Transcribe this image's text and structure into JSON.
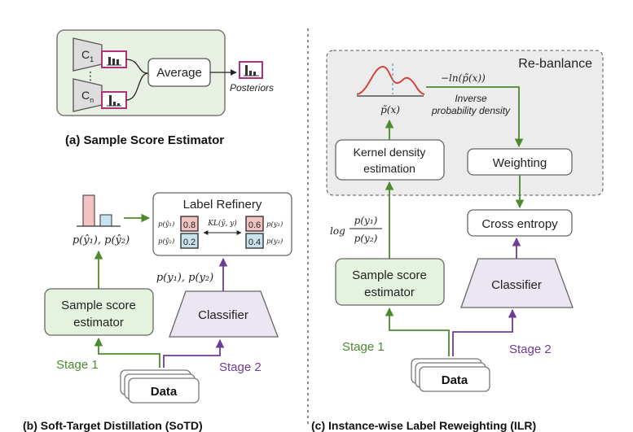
{
  "colors": {
    "green": "#4b8b2e",
    "purple": "#6e3c96",
    "green_fill": "#e4f2de",
    "purple_fill": "#ece6f3",
    "panel_fill": "#e8f0e3",
    "rebalance_fill": "#ececec",
    "red_bar": "#f3c2c2",
    "blue_bar": "#c8e3ee",
    "curve_red": "#d0443e",
    "magenta": "#b0307c"
  },
  "panel_a": {
    "c1": "C",
    "c1_sub": "1",
    "dots": "⋮",
    "cn": "C",
    "cn_sub": "n",
    "average": "Average",
    "posteriors": "Posteriors",
    "caption": "(a) Sample Score Estimator"
  },
  "panel_b": {
    "label_refinery": "Label Refinery",
    "p_hat_y1": "p(ŷ₁)",
    "p_hat_y2": "p(ŷ₂)",
    "val_08": "0.8",
    "val_02": "0.2",
    "kl": "KL(ŷ, y)",
    "val_06": "0.6",
    "val_04": "0.4",
    "p_y1": "p(y₁)",
    "p_y2": "p(y₂)",
    "phat_pair": "p(ŷ₁), p(ŷ₂)",
    "p_pair": "p(y₁), p(y₂)",
    "sample_score_l1": "Sample score",
    "sample_score_l2": "estimator",
    "classifier": "Classifier",
    "stage1": "Stage 1",
    "stage2": "Stage 2",
    "data": "Data",
    "caption": "(b) Soft-Target Distillation (SoTD)"
  },
  "panel_c": {
    "rebalance": "Re-banlance",
    "ln_label": "−ln(p̃(x))",
    "ptilde": "p̃(x)",
    "inverse_l1": "Inverse",
    "inverse_l2": "probability density",
    "kde_l1": "Kernel density",
    "kde_l2": "estimation",
    "weighting": "Weighting",
    "cross_entropy": "Cross entropy",
    "log": "log",
    "frac_num": "p(y₁)",
    "frac_den": "p(y₂)",
    "sample_score_l1": "Sample score",
    "sample_score_l2": "estimator",
    "classifier": "Classifier",
    "stage1": "Stage 1",
    "stage2": "Stage 2",
    "data": "Data",
    "caption": "(c) Instance-wise Label Reweighting (ILR)"
  }
}
